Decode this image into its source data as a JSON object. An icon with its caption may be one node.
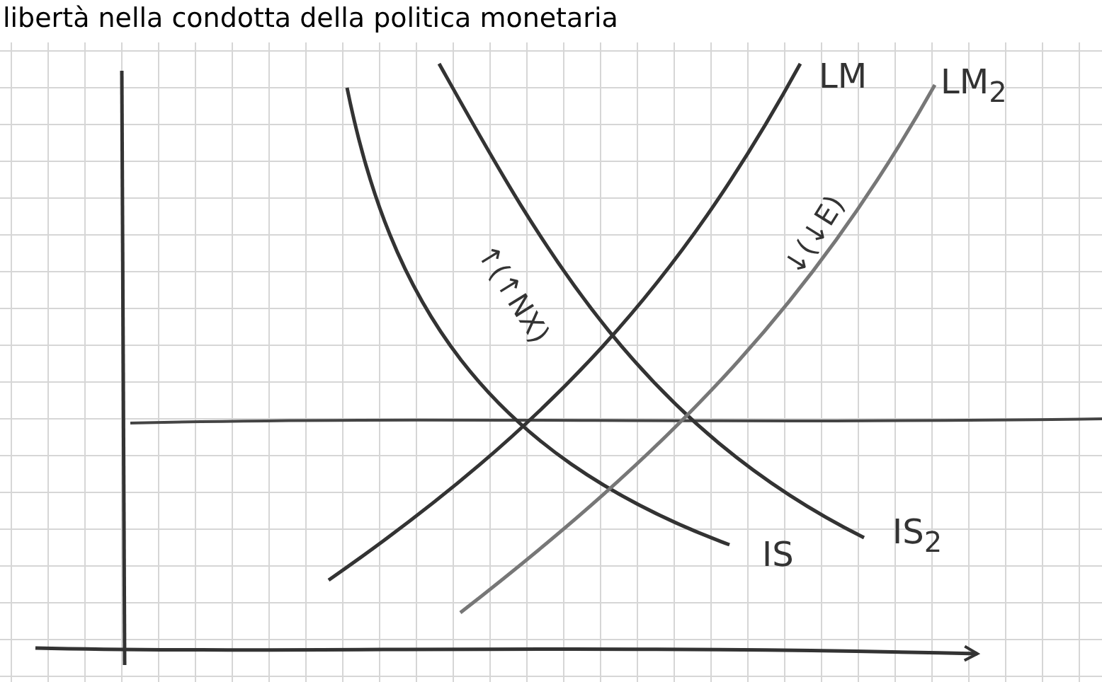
{
  "diagram": {
    "title": "libertà nella condotta della politica monetaria",
    "labels": [
      "↑(↑NX)",
      "↓(↓E)",
      "LM",
      "LM$_{2}$",
      "IS",
      "IS$_{2}$"
    ]
  }
}
